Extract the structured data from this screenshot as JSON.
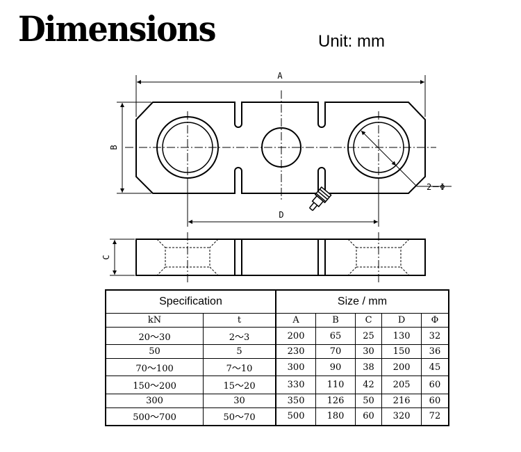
{
  "header": {
    "title": "Dimensions",
    "unit": "Unit: mm"
  },
  "drawing": {
    "label_a": "A",
    "label_b": "B",
    "label_c": "C",
    "label_d": "D",
    "label_phi": "2－Φ"
  },
  "table": {
    "group_spec": "Specification",
    "group_size": "Size / mm",
    "columns": [
      "kN",
      "t",
      "A",
      "B",
      "C",
      "D",
      "Φ"
    ],
    "rows": [
      [
        "20～30",
        "2～3",
        "200",
        "65",
        "25",
        "130",
        "32"
      ],
      [
        "50",
        "5",
        "230",
        "70",
        "30",
        "150",
        "36"
      ],
      [
        "70～100",
        "7～10",
        "300",
        "90",
        "38",
        "200",
        "45"
      ],
      [
        "150～200",
        "15～20",
        "330",
        "110",
        "42",
        "205",
        "60"
      ],
      [
        "300",
        "30",
        "350",
        "126",
        "50",
        "216",
        "60"
      ],
      [
        "500～700",
        "50～70",
        "500",
        "180",
        "60",
        "320",
        "72"
      ]
    ]
  }
}
